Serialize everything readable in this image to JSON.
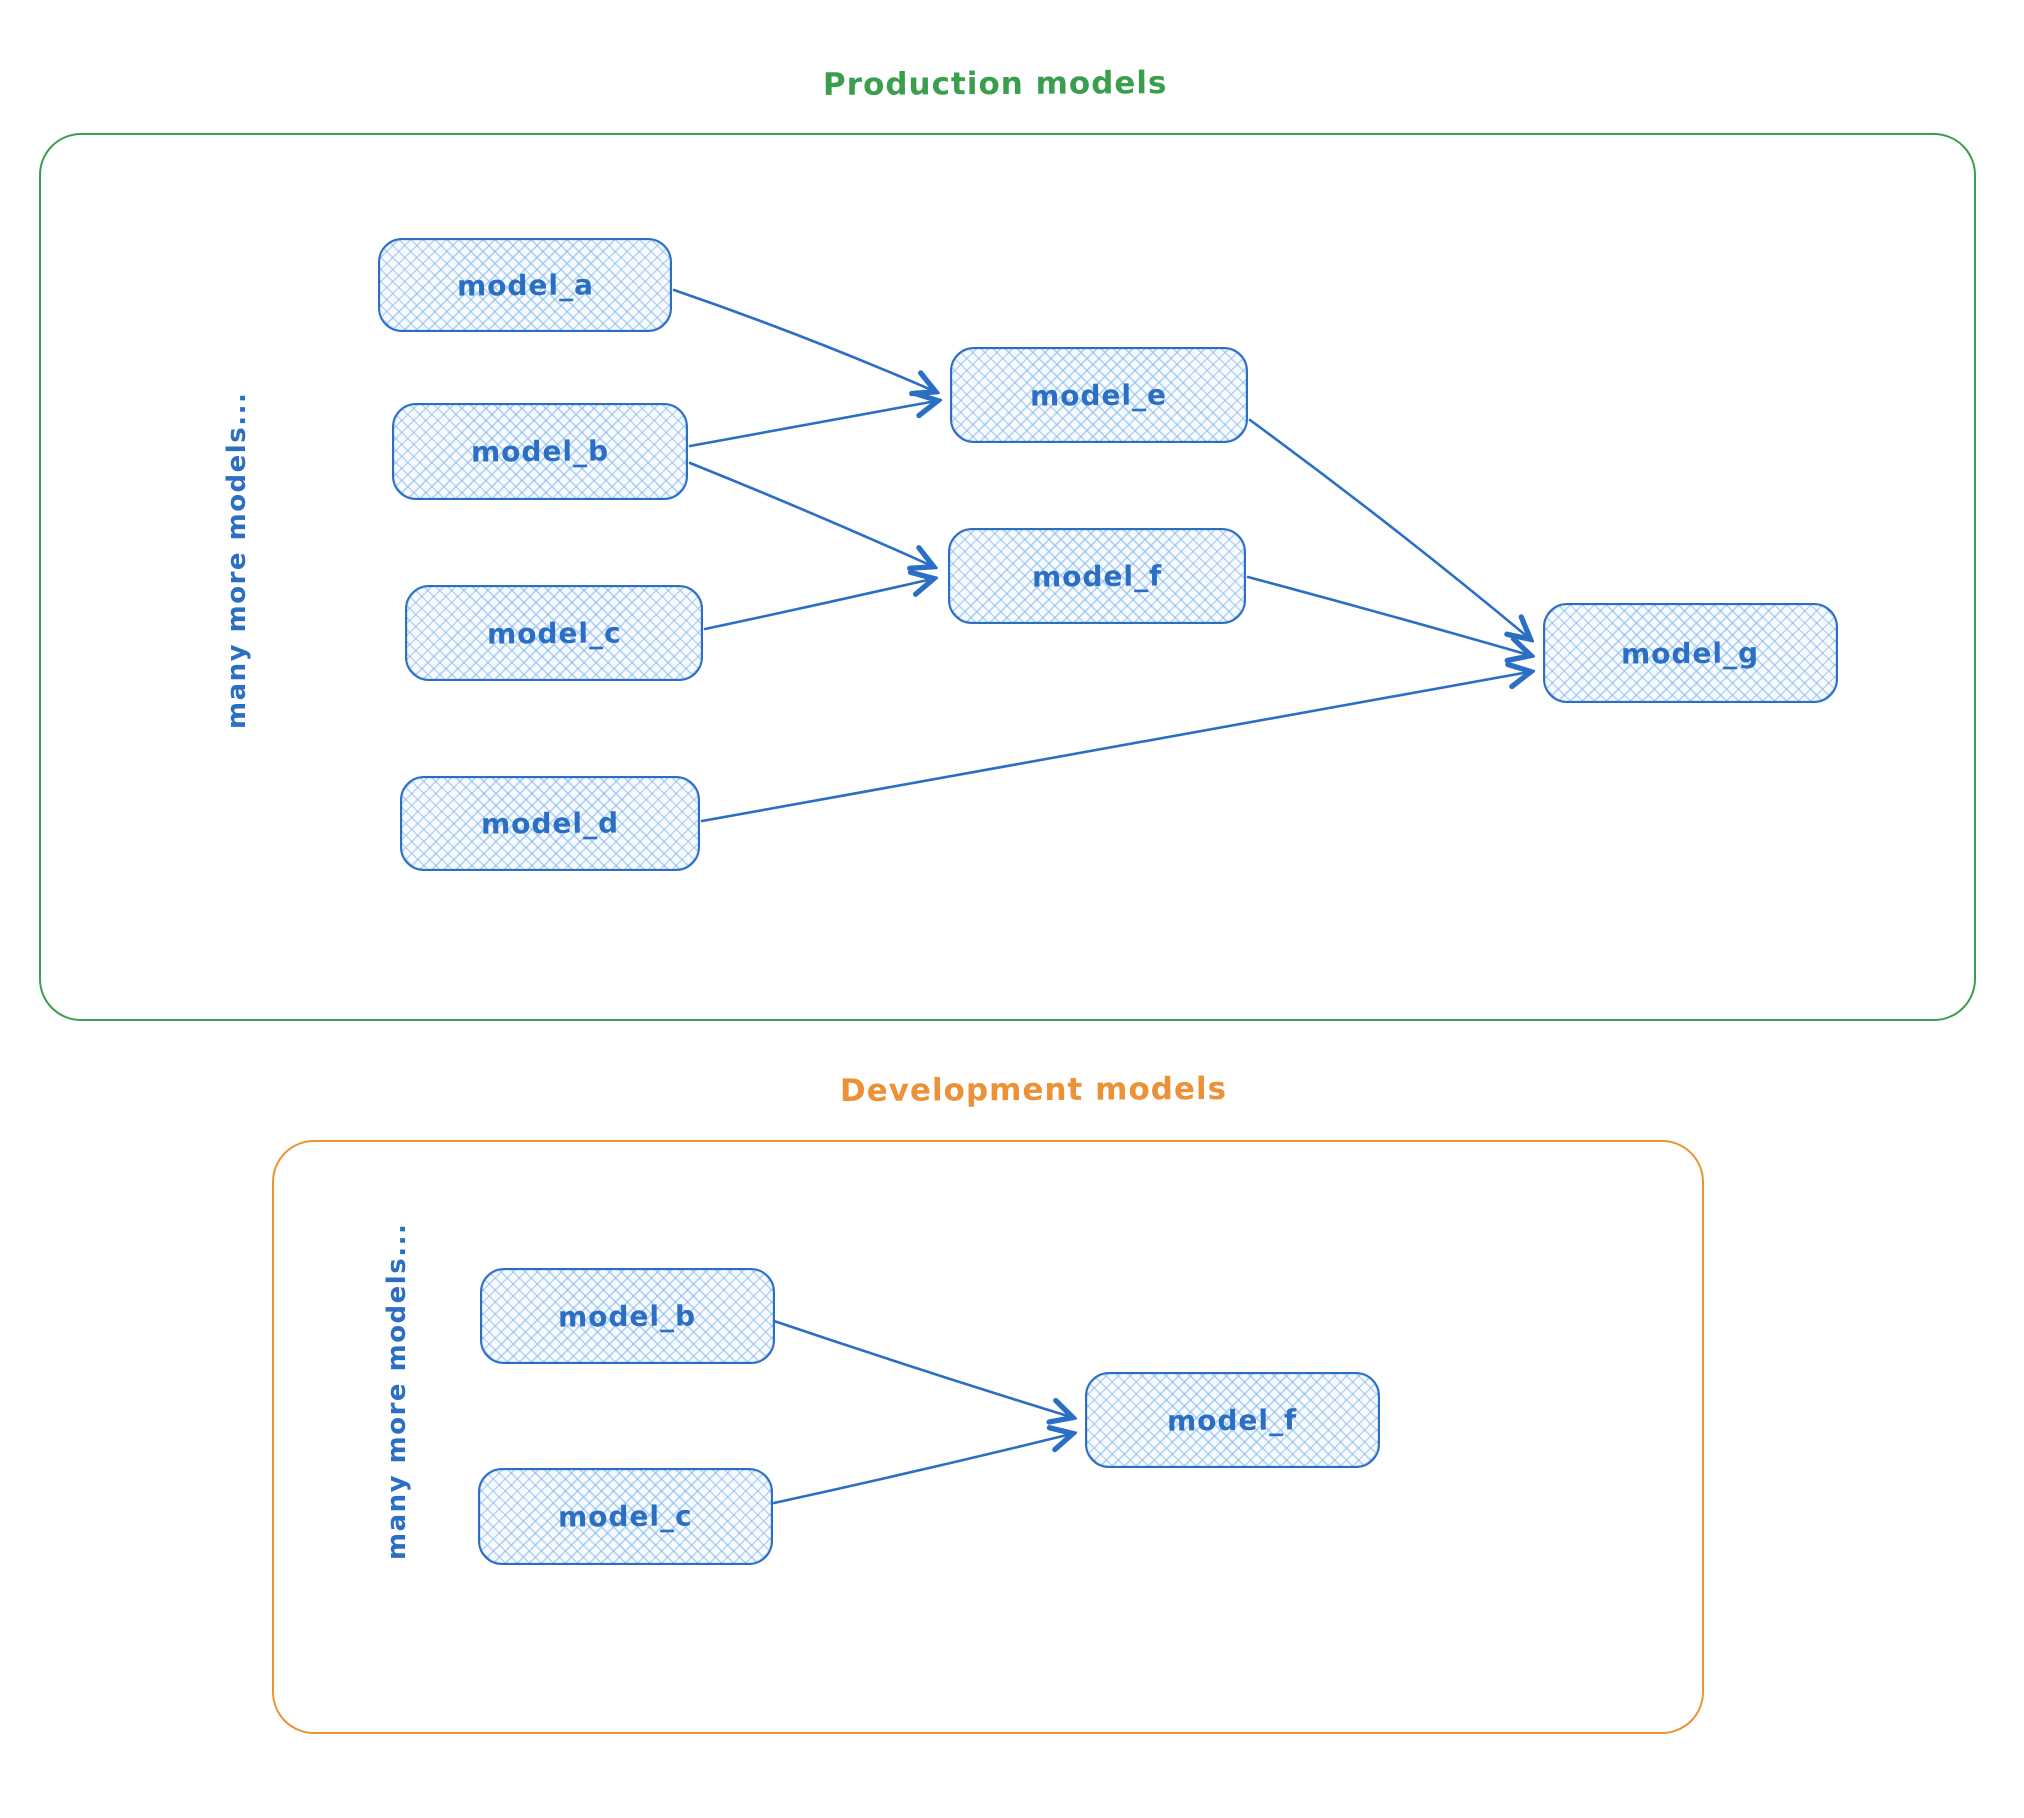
{
  "diagram": {
    "node_color": "#2b6fc4",
    "production": {
      "title": "Production models",
      "accent_color": "#3b9e4d",
      "side_label": "many more models...",
      "nodes": {
        "a": {
          "label": "model_a"
        },
        "b": {
          "label": "model_b"
        },
        "c": {
          "label": "model_c"
        },
        "d": {
          "label": "model_d"
        },
        "e": {
          "label": "model_e"
        },
        "f": {
          "label": "model_f"
        },
        "g": {
          "label": "model_g"
        }
      },
      "edges": [
        "model_a → model_e",
        "model_b → model_e",
        "model_b → model_f",
        "model_c → model_f",
        "model_e → model_g",
        "model_f → model_g",
        "model_d → model_g"
      ]
    },
    "development": {
      "title": "Development models",
      "accent_color": "#ec9136",
      "side_label": "many more models...",
      "nodes": {
        "b": {
          "label": "model_b"
        },
        "c": {
          "label": "model_c"
        },
        "f": {
          "label": "model_f"
        }
      },
      "edges": [
        "model_b → model_f",
        "model_c → model_f"
      ]
    }
  }
}
